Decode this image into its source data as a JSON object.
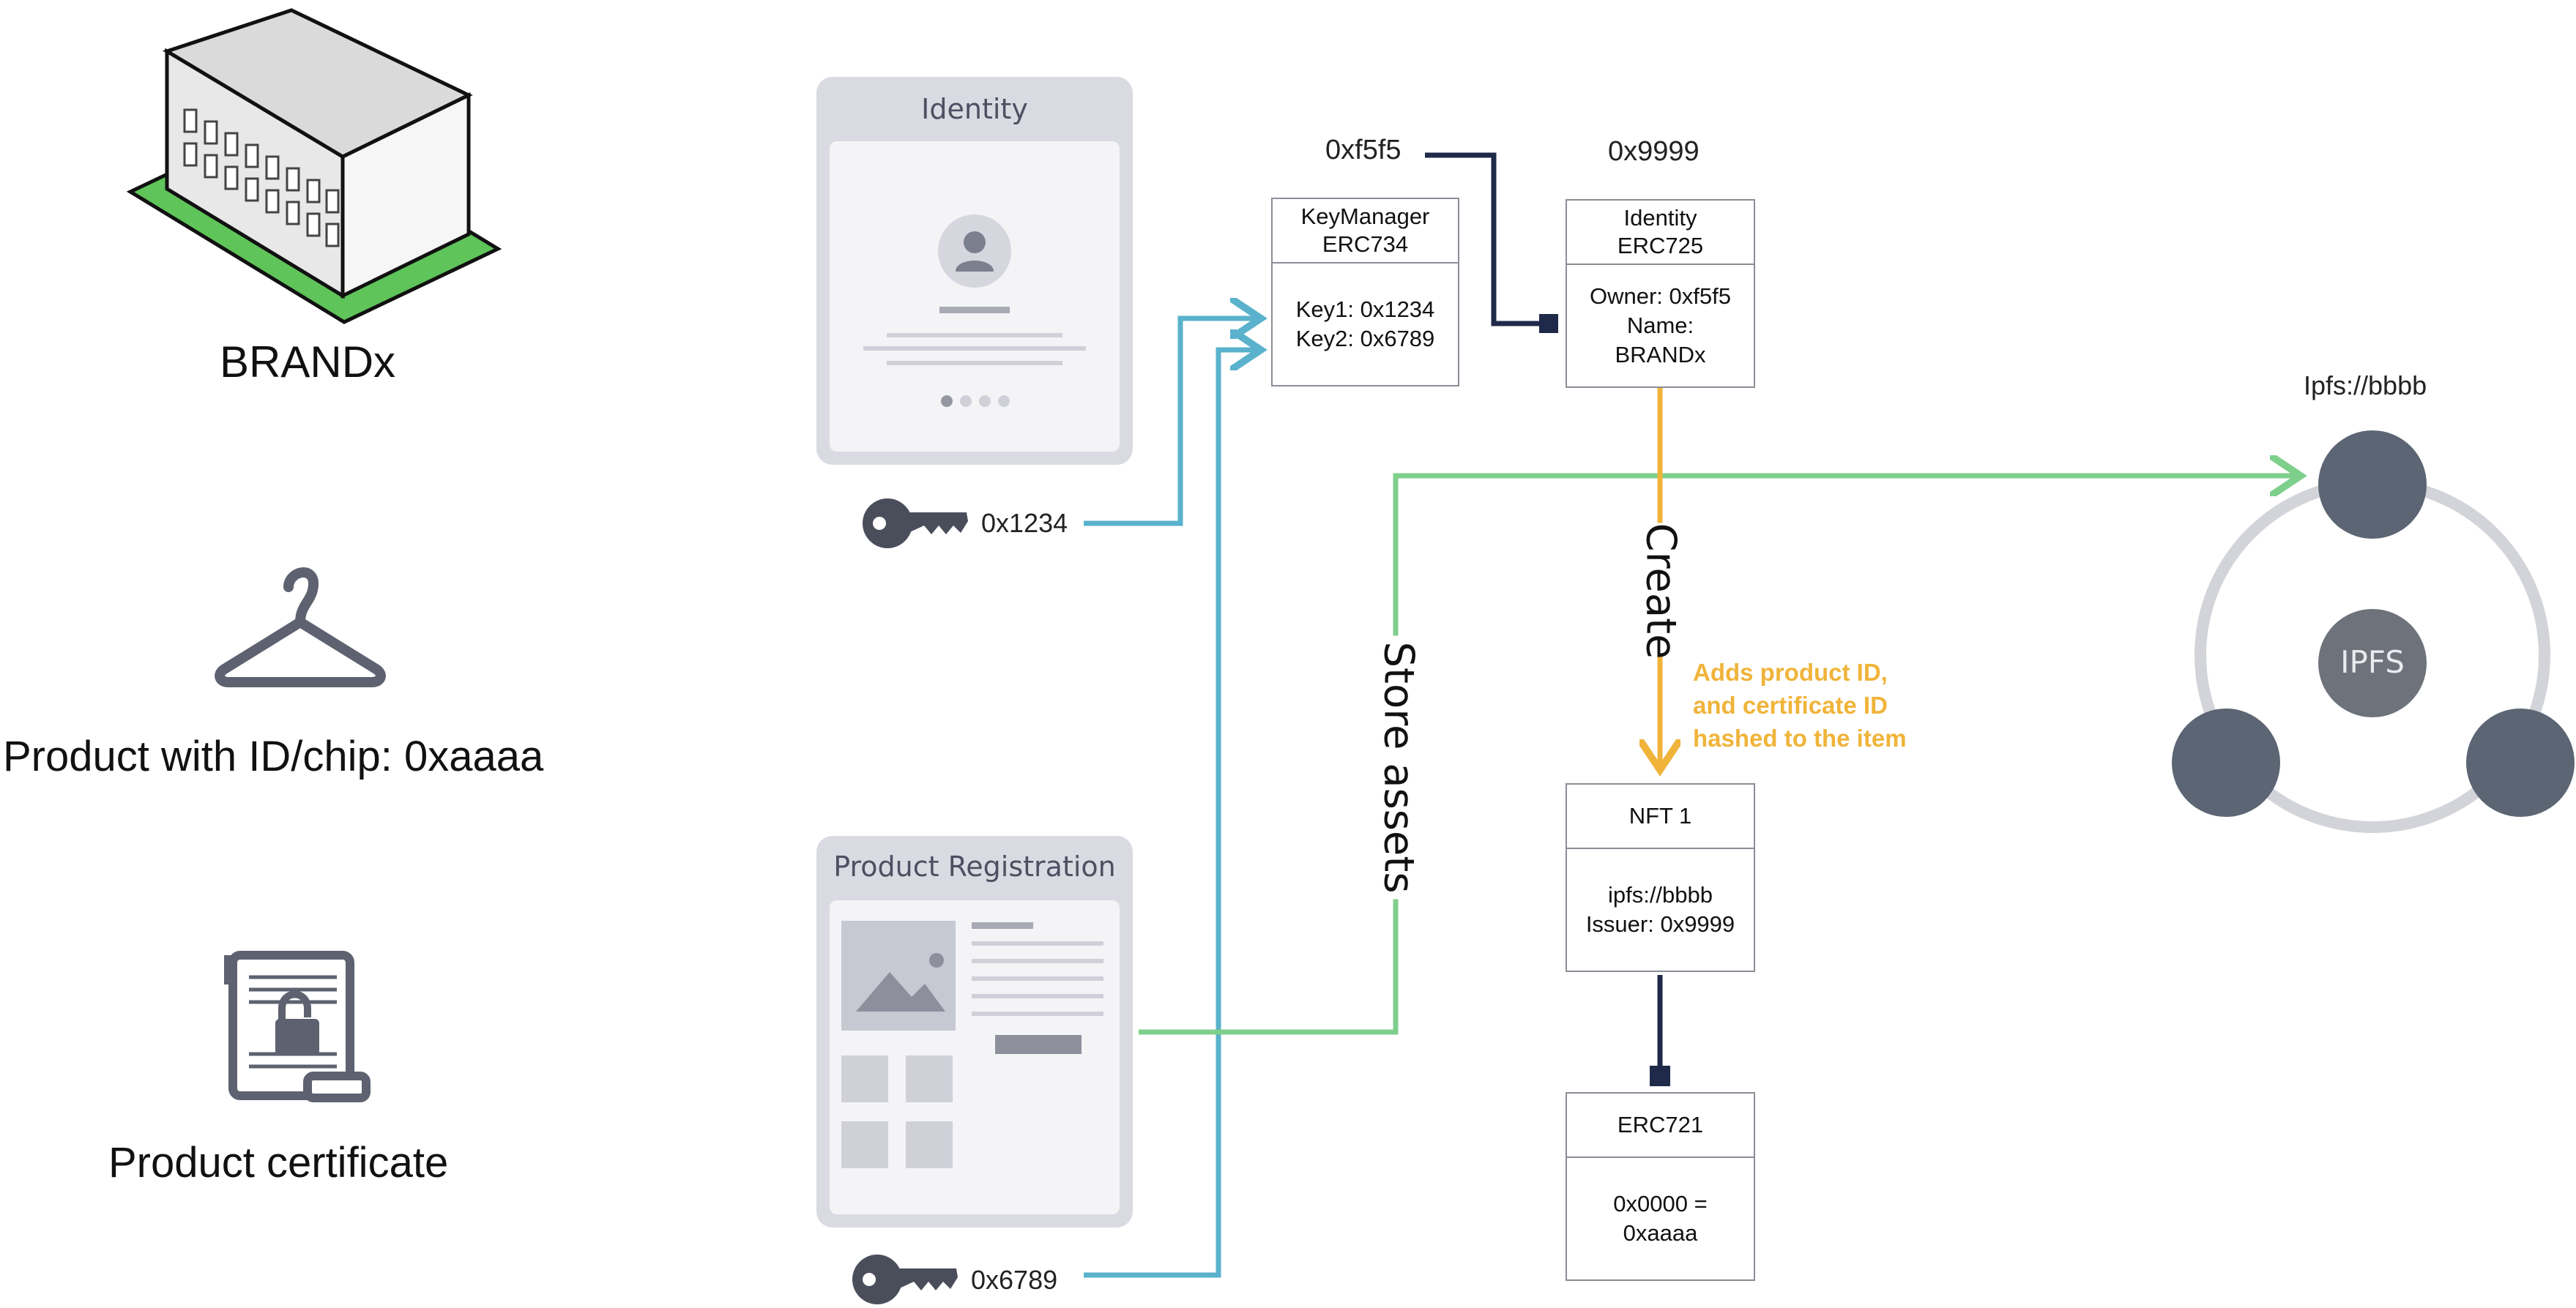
{
  "entities": {
    "brand": "BRANDx",
    "product": "Product with ID/chip: 0xaaaa",
    "certificate": "Product certificate"
  },
  "identity_card": {
    "title": "Identity"
  },
  "registration_card": {
    "title": "Product Registration"
  },
  "keys": {
    "key1": "0x1234",
    "key2": "0x6789"
  },
  "addresses": {
    "keymanager_addr": "0xf5f5",
    "identity_addr": "0x9999",
    "ipfs_addr": "Ipfs://bbbb"
  },
  "keymanager": {
    "title_line1": "KeyManager",
    "title_line2": "ERC734",
    "line1": "Key1: 0x1234",
    "line2": "Key2: 0x6789"
  },
  "identity_contract": {
    "title_line1": "Identity",
    "title_line2": "ERC725",
    "line1": "Owner: 0xf5f5",
    "line2": "Name:",
    "line3": "BRANDx"
  },
  "nft": {
    "title": "NFT 1",
    "line1": "ipfs://bbbb",
    "line2": "Issuer: 0x9999"
  },
  "erc721": {
    "title": "ERC721",
    "line1": "0x0000 =",
    "line2": "0xaaaa"
  },
  "flows": {
    "create": "Create",
    "store_assets": "Store assets",
    "note_line1": "Adds product ID,",
    "note_line2": "and certificate ID",
    "note_line3": "hashed to the item"
  },
  "ipfs": {
    "label": "IPFS"
  },
  "colors": {
    "key_line": "#5ab2cc",
    "store_line": "#7fcf8c",
    "create_line": "#f0b43a",
    "owner_line": "#1f2a4a",
    "node": "#5b6573",
    "card": "#d9dae2",
    "building_base": "#5fc45a"
  }
}
